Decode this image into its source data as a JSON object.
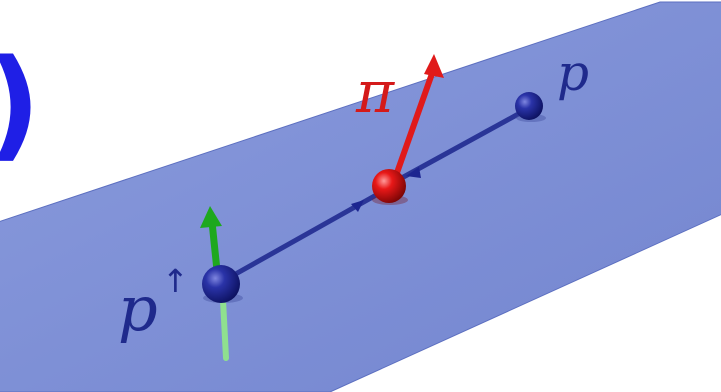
{
  "labels": {
    "pion": "π",
    "proton": "p",
    "polarized_proton": "p",
    "spin_arrow_glyph": "↑"
  },
  "colors": {
    "plane": "#7f91d6",
    "plane_edge": "#5c6fc0",
    "proton": "#1c2590",
    "pion": "#e01a1a",
    "spin_vector": "#1ea81e",
    "track": "#2a3597",
    "label_blue": "#1f2a8c",
    "label_red": "#d41a1a"
  },
  "edge_glyph": ")"
}
